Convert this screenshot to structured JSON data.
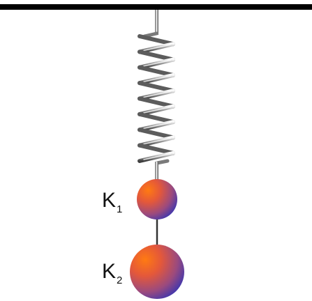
{
  "labels": {
    "k1": {
      "main": "K",
      "sub": "1"
    },
    "k2": {
      "main": "K",
      "sub": "2"
    }
  },
  "colors": {
    "ceiling": "#000000",
    "rod": "#333333",
    "spring_light": "#f2f2f2",
    "spring_dark": "#6b6b6b",
    "sphere_highlight": "#ff7a1a",
    "sphere_mid": "#c0505a",
    "sphere_edge": "#3a3aa8"
  }
}
